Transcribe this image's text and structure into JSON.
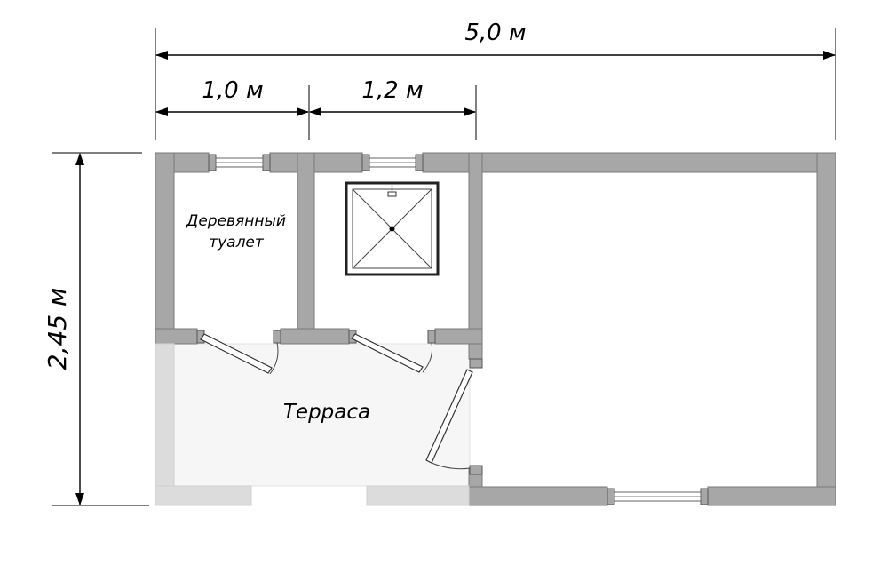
{
  "dimensions": {
    "total_length": "5,0 м",
    "toilet_width": "1,0 м",
    "shower_width": "1,2 м",
    "total_depth": "2,45 м"
  },
  "rooms": {
    "toilet_line1": "Деревянный",
    "toilet_line2": "туалет",
    "terrace": "Терраса"
  },
  "colors": {
    "wall": "#a7a7a7",
    "terrace_floor": "#f6f6f6",
    "terrace_wall": "#dcdcdc"
  }
}
